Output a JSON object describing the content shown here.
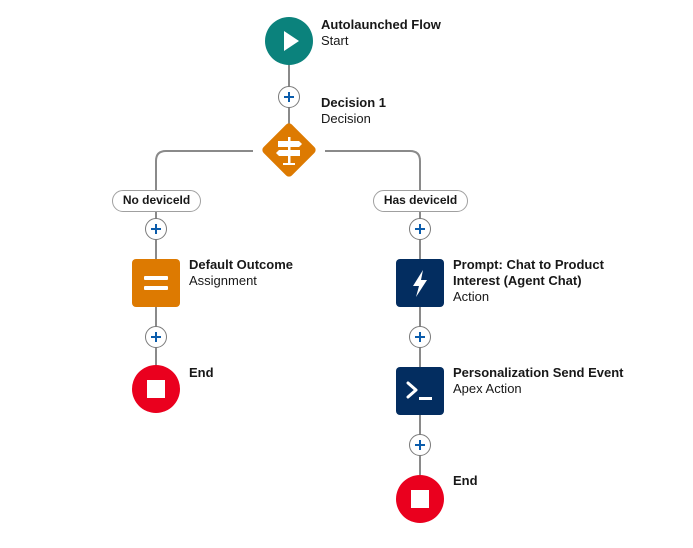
{
  "flow": {
    "start": {
      "title": "Autolaunched Flow",
      "subtitle": "Start",
      "icon": "play-icon",
      "color": "#0b827c"
    },
    "decision": {
      "title": "Decision 1",
      "subtitle": "Decision",
      "icon": "decision-signpost-icon",
      "color": "#dd7a01"
    },
    "outcomes": {
      "left": {
        "label": "No deviceId"
      },
      "right": {
        "label": "Has deviceId"
      }
    },
    "left_branch": {
      "assignment": {
        "title": "Default Outcome",
        "subtitle": "Assignment",
        "icon": "assignment-equals-icon",
        "color": "#dd7a01"
      },
      "end": {
        "title": "End",
        "icon": "stop-icon",
        "color": "#ea001e"
      }
    },
    "right_branch": {
      "prompt_action": {
        "title_line1": "Prompt: Chat to Product",
        "title_line2": "Interest (Agent Chat)",
        "subtitle": "Action",
        "icon": "lightning-bolt-icon",
        "color": "#032d60"
      },
      "apex_action": {
        "title": "Personalization Send Event",
        "subtitle": "Apex Action",
        "icon": "terminal-prompt-icon",
        "color": "#032d60"
      },
      "end": {
        "title": "End",
        "icon": "stop-icon",
        "color": "#ea001e"
      }
    },
    "add_button": {
      "icon": "plus-icon",
      "color": "#0b5cab"
    },
    "connector_color": "#8a8a8a"
  }
}
